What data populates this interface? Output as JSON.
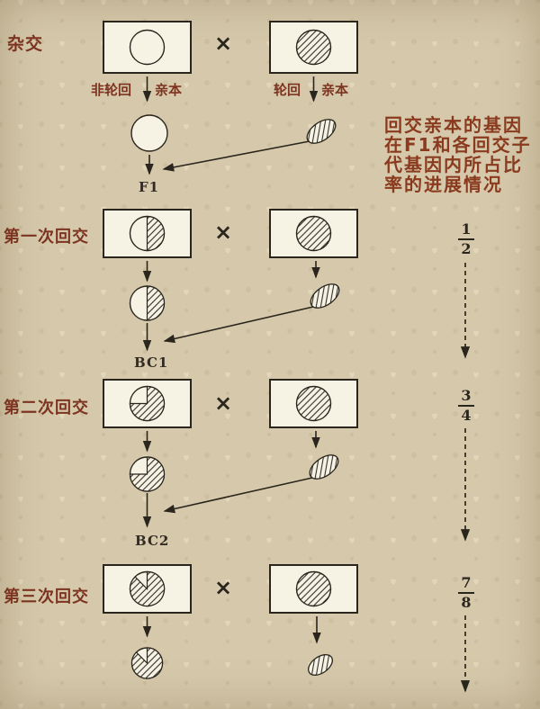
{
  "diagram": {
    "cross": {
      "stage_label": "杂交",
      "times": "×",
      "nonrecurrent_label": "非轮回",
      "nonrecurrent_parent": "亲本",
      "recurrent_label": "轮回",
      "recurrent_parent": "亲本",
      "offspring": "F1"
    },
    "note_lines": [
      "回交亲本的基因",
      "在F1和各回交子",
      "代基因内所占比",
      "率的进展情况"
    ],
    "backcross1": {
      "stage_label": "第一次回交",
      "times": "×",
      "offspring": "BC1",
      "fraction": {
        "num": "1",
        "den": "2"
      }
    },
    "backcross2": {
      "stage_label": "第二次回交",
      "times": "×",
      "offspring": "BC2",
      "fraction": {
        "num": "3",
        "den": "4"
      }
    },
    "backcross3": {
      "stage_label": "第三次回交",
      "times": "×",
      "fraction": {
        "num": "7",
        "den": "8"
      }
    },
    "colors": {
      "ink": "#2a261e",
      "red_label": "#7c3420",
      "paper": "#f6f2e4"
    }
  }
}
